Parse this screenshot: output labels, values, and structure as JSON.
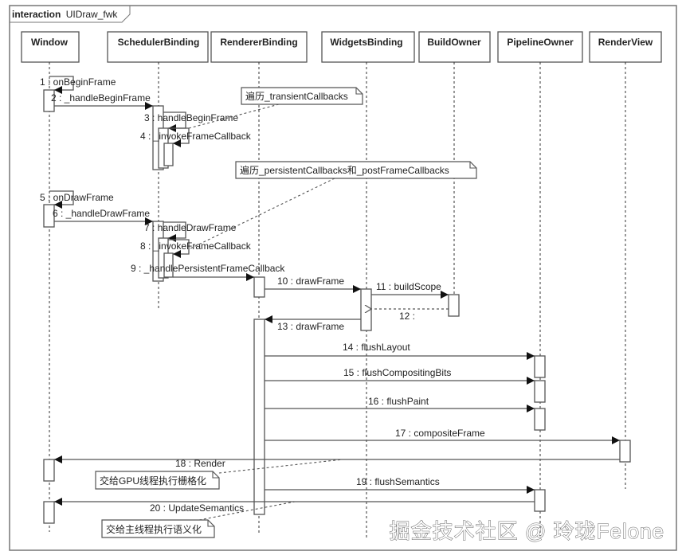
{
  "frame": {
    "keyword": "interaction",
    "name": "UIDraw_fwk"
  },
  "lifelines": [
    {
      "id": "window",
      "label": "Window"
    },
    {
      "id": "scheduler",
      "label": "SchedulerBinding"
    },
    {
      "id": "renderer",
      "label": "RendererBinding"
    },
    {
      "id": "widgets",
      "label": "WidgetsBinding"
    },
    {
      "id": "buildowner",
      "label": "BuildOwner"
    },
    {
      "id": "pipeline",
      "label": "PipelineOwner"
    },
    {
      "id": "renderview",
      "label": "RenderView"
    }
  ],
  "messages": [
    {
      "num": "1",
      "name": "onBeginFrame",
      "from": "window",
      "to": "window",
      "type": "self"
    },
    {
      "num": "2",
      "name": "_handleBeginFrame",
      "from": "window",
      "to": "scheduler",
      "type": "sync"
    },
    {
      "num": "3",
      "name": "handleBeginFrame",
      "from": "scheduler",
      "to": "scheduler",
      "type": "self"
    },
    {
      "num": "4",
      "name": "_invokeFrameCallback",
      "from": "scheduler",
      "to": "scheduler",
      "type": "self"
    },
    {
      "num": "5",
      "name": "onDrawFrame",
      "from": "window",
      "to": "window",
      "type": "self"
    },
    {
      "num": "6",
      "name": "_handleDrawFrame",
      "from": "window",
      "to": "scheduler",
      "type": "sync"
    },
    {
      "num": "7",
      "name": "handleDrawFrame",
      "from": "scheduler",
      "to": "scheduler",
      "type": "self"
    },
    {
      "num": "8",
      "name": "_invokeFrameCallback",
      "from": "scheduler",
      "to": "scheduler",
      "type": "self"
    },
    {
      "num": "9",
      "name": "_handlePersistentFrameCallback",
      "from": "scheduler",
      "to": "renderer",
      "type": "sync"
    },
    {
      "num": "10",
      "name": "drawFrame",
      "from": "renderer",
      "to": "widgets",
      "type": "sync"
    },
    {
      "num": "11",
      "name": "buildScope",
      "from": "widgets",
      "to": "buildowner",
      "type": "sync"
    },
    {
      "num": "12",
      "name": "",
      "from": "buildowner",
      "to": "widgets",
      "type": "reply"
    },
    {
      "num": "13",
      "name": "drawFrame",
      "from": "widgets",
      "to": "renderer",
      "type": "sync"
    },
    {
      "num": "14",
      "name": "flushLayout",
      "from": "renderer",
      "to": "pipeline",
      "type": "sync"
    },
    {
      "num": "15",
      "name": "flushCompositingBits",
      "from": "renderer",
      "to": "pipeline",
      "type": "sync"
    },
    {
      "num": "16",
      "name": "flushPaint",
      "from": "renderer",
      "to": "pipeline",
      "type": "sync"
    },
    {
      "num": "17",
      "name": "compositeFrame",
      "from": "renderer",
      "to": "renderview",
      "type": "sync"
    },
    {
      "num": "18",
      "name": "Render",
      "from": "renderview",
      "to": "window",
      "type": "sync"
    },
    {
      "num": "19",
      "name": "flushSemantics",
      "from": "renderer",
      "to": "pipeline",
      "type": "sync"
    },
    {
      "num": "20",
      "name": "UpdateSemantics",
      "from": "pipeline",
      "to": "window",
      "type": "sync"
    }
  ],
  "notes": [
    {
      "id": "note-transient",
      "text": "遍历_transientCallbacks"
    },
    {
      "id": "note-persistent",
      "text": "遍历_persistentCallbacks和_postFrameCallbacks"
    },
    {
      "id": "note-gpu",
      "text": "交给GPU线程执行栅格化"
    },
    {
      "id": "note-main",
      "text": "交给主线程执行语义化"
    }
  ],
  "watermark": "掘金技术社区 @ 玲珑Felone",
  "colors": {
    "line": "#555555",
    "text": "#222222",
    "background": "#ffffff"
  }
}
